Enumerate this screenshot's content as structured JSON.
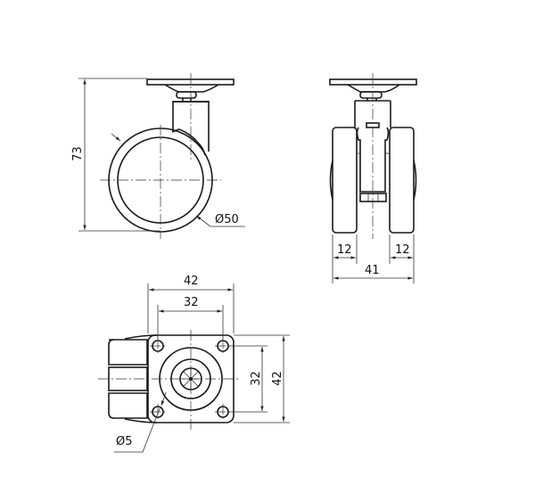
{
  "drawing": {
    "title": "Swivel caster technical drawing",
    "line_color": "#1a1a1a",
    "background": "#ffffff",
    "views": {
      "side_view": {
        "dimensions": {
          "height": "73",
          "wheel_diameter": "Ø50"
        }
      },
      "front_view": {
        "dimensions": {
          "left_wheel_width": "12",
          "right_wheel_width": "12",
          "overall_width": "41"
        }
      },
      "bottom_view": {
        "dimensions": {
          "plate_width": "42",
          "hole_spacing_x": "32",
          "hole_spacing_y": "32",
          "plate_height": "42",
          "hole_diameter": "Ø5"
        }
      }
    }
  }
}
